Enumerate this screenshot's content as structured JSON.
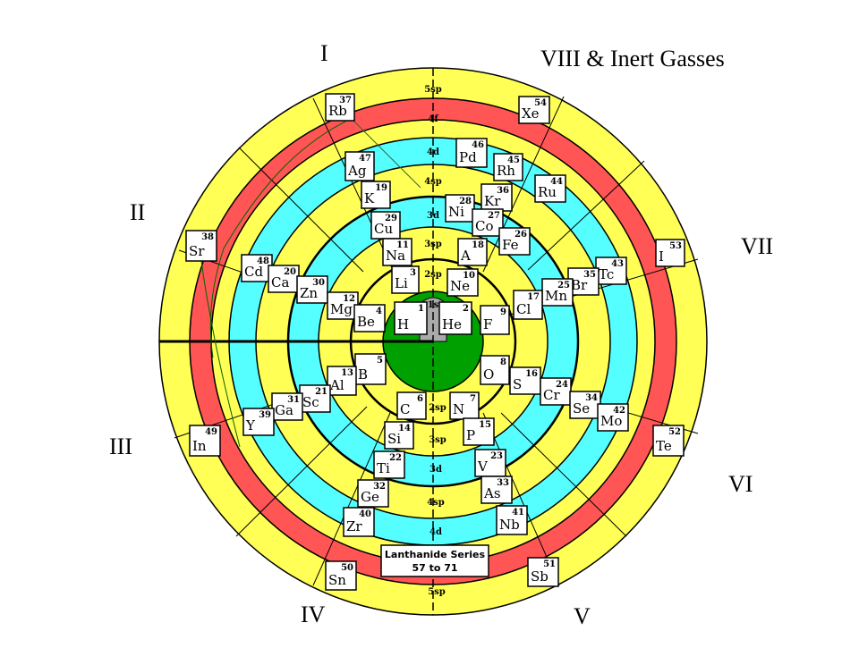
{
  "groups": {
    "g1": "I",
    "g2": "II",
    "g3": "III",
    "g4": "IV",
    "g5": "V",
    "g6": "VI",
    "g7": "VII",
    "g8": "VIII & Inert Gasses"
  },
  "shells": {
    "5sp_top": "5sp",
    "4f": "4f",
    "4d_top": "4d",
    "4sp_top": "4sp",
    "3d_top": "3d",
    "3sp_top": "3sp",
    "2sp_top": "2sp",
    "1s": "1s",
    "2sp_bot": "2sp",
    "3sp_bot": "3sp",
    "3d_bot": "3d",
    "4sp_bot": "4sp",
    "4d_bot": "4d",
    "5sp_bot": "5sp"
  },
  "lanthanide": {
    "line1": "Lanthanide Series",
    "line2": "57 to 71"
  },
  "colors": {
    "yellow": "#ffff55",
    "cyan": "#55ffff",
    "red": "#ff5555",
    "green": "#00a000",
    "grey": "#aaaaaa"
  },
  "elements": [
    {
      "sym": "Rb",
      "num": "37"
    },
    {
      "sym": "Xe",
      "num": "54"
    },
    {
      "sym": "Pd",
      "num": "46"
    },
    {
      "sym": "Ag",
      "num": "47"
    },
    {
      "sym": "Rh",
      "num": "45"
    },
    {
      "sym": "Ru",
      "num": "44"
    },
    {
      "sym": "K",
      "num": "19"
    },
    {
      "sym": "Ni",
      "num": "28"
    },
    {
      "sym": "Kr",
      "num": "36"
    },
    {
      "sym": "Cu",
      "num": "29"
    },
    {
      "sym": "Co",
      "num": "27"
    },
    {
      "sym": "Fe",
      "num": "26"
    },
    {
      "sym": "Sr",
      "num": "38"
    },
    {
      "sym": "Na",
      "num": "11"
    },
    {
      "sym": "A",
      "num": "18"
    },
    {
      "sym": "I",
      "num": "53"
    },
    {
      "sym": "Cd",
      "num": "48"
    },
    {
      "sym": "Ca",
      "num": "20"
    },
    {
      "sym": "Li",
      "num": "3"
    },
    {
      "sym": "Ne",
      "num": "10"
    },
    {
      "sym": "Zn",
      "num": "30"
    },
    {
      "sym": "Tc",
      "num": "43"
    },
    {
      "sym": "Br",
      "num": "35"
    },
    {
      "sym": "Mn",
      "num": "25"
    },
    {
      "sym": "Mg",
      "num": "12"
    },
    {
      "sym": "Cl",
      "num": "17"
    },
    {
      "sym": "Be",
      "num": "4"
    },
    {
      "sym": "H",
      "num": "1"
    },
    {
      "sym": "He",
      "num": "2"
    },
    {
      "sym": "F",
      "num": "9"
    },
    {
      "sym": "B",
      "num": "5"
    },
    {
      "sym": "O",
      "num": "8"
    },
    {
      "sym": "Al",
      "num": "13"
    },
    {
      "sym": "S",
      "num": "16"
    },
    {
      "sym": "Cr",
      "num": "24"
    },
    {
      "sym": "Sc",
      "num": "21"
    },
    {
      "sym": "C",
      "num": "6"
    },
    {
      "sym": "N",
      "num": "7"
    },
    {
      "sym": "Ga",
      "num": "31"
    },
    {
      "sym": "Se",
      "num": "34"
    },
    {
      "sym": "Y",
      "num": "39"
    },
    {
      "sym": "Mo",
      "num": "42"
    },
    {
      "sym": "Si",
      "num": "14"
    },
    {
      "sym": "P",
      "num": "15"
    },
    {
      "sym": "In",
      "num": "49"
    },
    {
      "sym": "Te",
      "num": "52"
    },
    {
      "sym": "Ti",
      "num": "22"
    },
    {
      "sym": "V",
      "num": "23"
    },
    {
      "sym": "Ge",
      "num": "32"
    },
    {
      "sym": "As",
      "num": "33"
    },
    {
      "sym": "Zr",
      "num": "40"
    },
    {
      "sym": "Nb",
      "num": "41"
    },
    {
      "sym": "Sn",
      "num": "50"
    },
    {
      "sym": "Sb",
      "num": "51"
    }
  ]
}
